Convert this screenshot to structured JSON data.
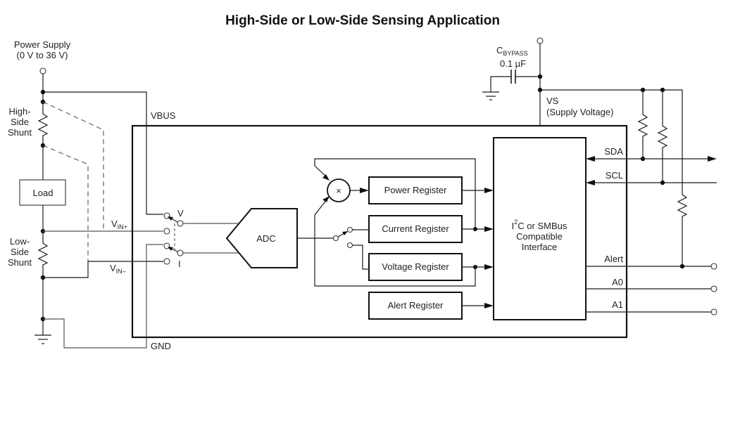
{
  "title": "High-Side or Low-Side Sensing Application",
  "power_supply": {
    "label": "Power Supply",
    "range": "(0 V to 36 V)"
  },
  "shunts": {
    "high": [
      "High-",
      "Side",
      "Shunt"
    ],
    "low": [
      "Low-",
      "Side",
      "Shunt"
    ]
  },
  "load": "Load",
  "pins": {
    "vbus": "VBUS",
    "gnd": "GND",
    "vin_plus_main": "V",
    "vin_plus_sub": "IN+",
    "vin_minus_main": "V",
    "vin_minus_sub": "IN–",
    "vs": "VS",
    "vs_desc": "(Supply Voltage)",
    "sda": "SDA",
    "scl": "SCL",
    "alert": "Alert",
    "a0": "A0",
    "a1": "A1"
  },
  "mux": {
    "v": "V",
    "i": "I"
  },
  "adc": "ADC",
  "multiplier": "×",
  "registers": {
    "power": "Power Register",
    "current": "Current Register",
    "voltage": "Voltage Register",
    "alert": "Alert Register"
  },
  "interface": {
    "line1_main": "I",
    "line1_sup": "2",
    "line1_rest": "C or SMBus",
    "line2": "Compatible",
    "line3": "Interface"
  },
  "bypass": {
    "name_main": "C",
    "name_sub": "BYPASS",
    "value": "0.1 µF"
  }
}
